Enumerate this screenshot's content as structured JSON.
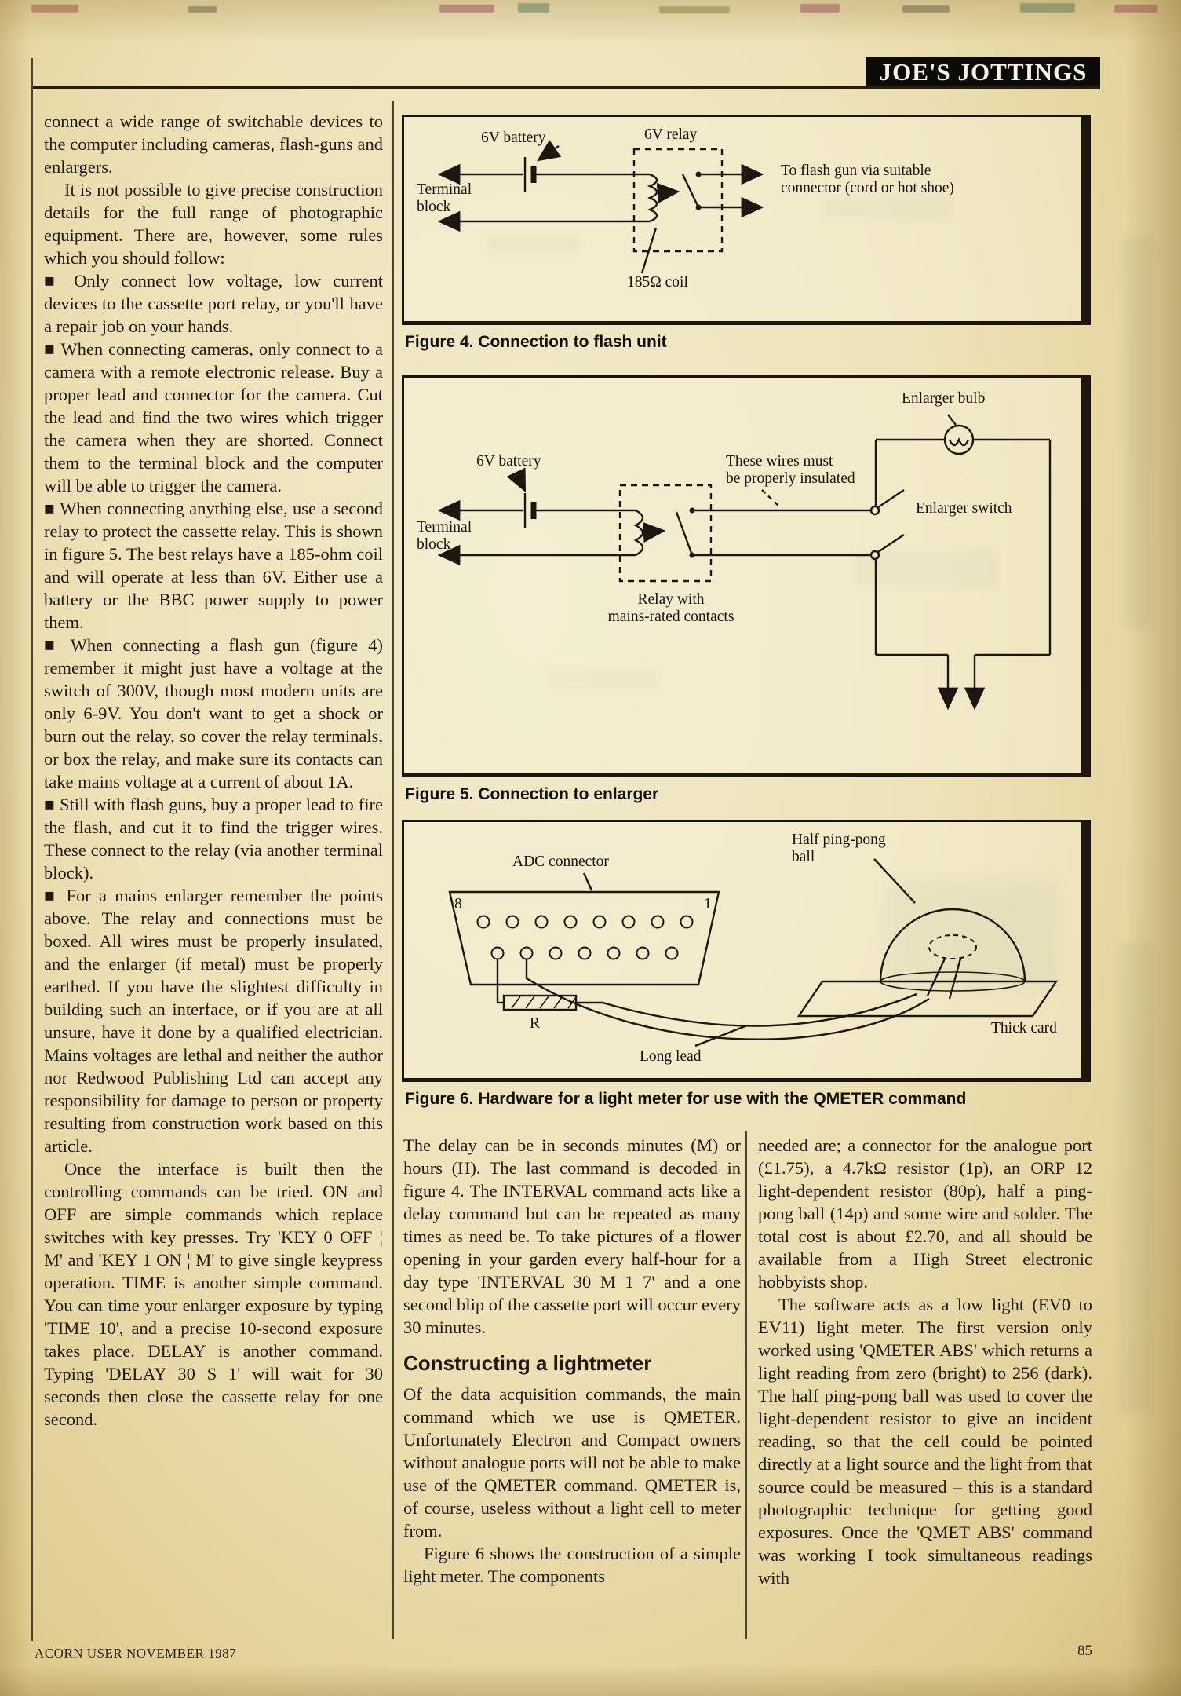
{
  "colors": {
    "paper": "#eee2b8",
    "ink": "#201910",
    "header_bg": "#0d0b08",
    "header_text": "#f6f1e2"
  },
  "header": {
    "title": "JOE'S JOTTINGS"
  },
  "left_column": {
    "paragraphs": [
      "connect a wide range of switchable devices to the computer including cameras, flash-guns and enlargers.",
      "It is not possible to give precise construction details for the full range of photographic equipment. There are, however, some rules which you should follow:",
      "■ Only connect low voltage, low current devices to the cassette port relay, or you'll have a repair job on your hands.",
      "■ When connecting cameras, only connect to a camera with a remote electronic release. Buy a proper lead and connector for the camera. Cut the lead and find the two wires which trigger the camera when they are shorted. Connect them to the terminal block and the computer will be able to trigger the camera.",
      "■ When connecting anything else, use a second relay to protect the cassette relay. This is shown in figure 5. The best relays have a 185-ohm coil and will operate at less than 6V. Either use a battery or the BBC power supply to power them.",
      "■ When connecting a flash gun (figure 4) remember it might just have a voltage at the switch of 300V, though most modern units are only 6-9V. You don't want to get a shock or burn out the relay, so cover the relay terminals, or box the relay, and make sure its contacts can take mains voltage at a current of about 1A.",
      "■ Still with flash guns, buy a proper lead to fire the flash, and cut it to find the trigger wires. These connect to the relay (via another terminal block).",
      "■ For a mains enlarger remember the points above. The relay and connections must be boxed. All wires must be properly insulated, and the enlarger (if metal) must be properly earthed. If you have the slightest difficulty in building such an interface, or if you are at all unsure, have it done by a qualified electrician. Mains voltages are lethal and neither the author nor Redwood Publishing Ltd can accept any responsibility for damage to person or property resulting from construction work based on this article.",
      "Once the interface is built then the controlling commands can be tried. ON and OFF are simple commands which replace switches with key presses. Try 'KEY 0 OFF ¦ M' and 'KEY 1 ON ¦ M' to give single keypress operation. TIME is another simple command. You can time your enlarger exposure by typing 'TIME 10', and a precise 10-second exposure takes place. DELAY is another command. Typing 'DELAY 30 S 1' will wait for 30 seconds then close the cassette relay for one second."
    ]
  },
  "figures": {
    "fig4": {
      "caption": "Figure 4. Connection to flash unit",
      "battery": "6V battery",
      "relay": "6V relay",
      "terminal1": "Terminal",
      "terminal2": "block",
      "flash1": "To flash gun via suitable",
      "flash2": "connector (cord or hot shoe)",
      "coil": "185Ω coil"
    },
    "fig5": {
      "caption": "Figure 5. Connection to enlarger",
      "bulb": "Enlarger bulb",
      "battery": "6V battery",
      "wires1": "These wires must",
      "wires2": "be properly insulated",
      "switch": "Enlarger switch",
      "terminal1": "Terminal",
      "terminal2": "block",
      "relay1": "Relay with",
      "relay2": "mains-rated contacts"
    },
    "fig6": {
      "caption": "Figure 6. Hardware for a light meter for use with the QMETER command",
      "adc": "ADC connector",
      "pin8": "8",
      "pin1": "1",
      "ball1": "Half ping-pong",
      "ball2": "ball",
      "resistor": "R",
      "card": "Thick card",
      "lead": "Long lead"
    }
  },
  "bottom": {
    "middle": {
      "para1": "The delay can be in seconds minutes (M) or hours (H). The last command is decoded in figure 4. The INTERVAL command acts like a delay command but can be repeated as many times as need be. To take pictures of a flower opening in your garden every half-hour for a day type 'INTERVAL 30 M 1 7' and a one second blip of the cassette port will occur every 30 minutes.",
      "heading": "Constructing a lightmeter",
      "para2": "Of the data acquisition commands, the main command which we use is QMETER. Unfortunately Electron and Compact owners without analogue ports will not be able to make use of the QMETER command. QMETER is, of course, useless without a light cell to meter from.",
      "para3": "Figure 6 shows the construction of a simple light meter. The components"
    },
    "right": {
      "para1": "needed are; a connector for the analogue port (£1.75), a 4.7kΩ resistor (1p), an ORP 12 light-dependent resistor (80p), half a ping-pong ball (14p) and some wire and solder. The total cost is about £2.70, and all should be available from a High Street electronic hobbyists shop.",
      "para2": "The software acts as a low light (EV0 to EV11) light meter. The first version only worked using 'QMETER ABS' which returns a light reading from zero (bright) to 256 (dark). The half ping-pong ball was used to cover the light-dependent resistor to give an incident reading, so that the cell could be pointed directly at a light source and the light from that source could be measured – this is a standard photographic technique for getting good exposures. Once the 'QMET ABS' command was working I took simultaneous readings with"
    }
  },
  "footer": {
    "journal": "ACORN USER NOVEMBER 1987",
    "page": "85"
  }
}
